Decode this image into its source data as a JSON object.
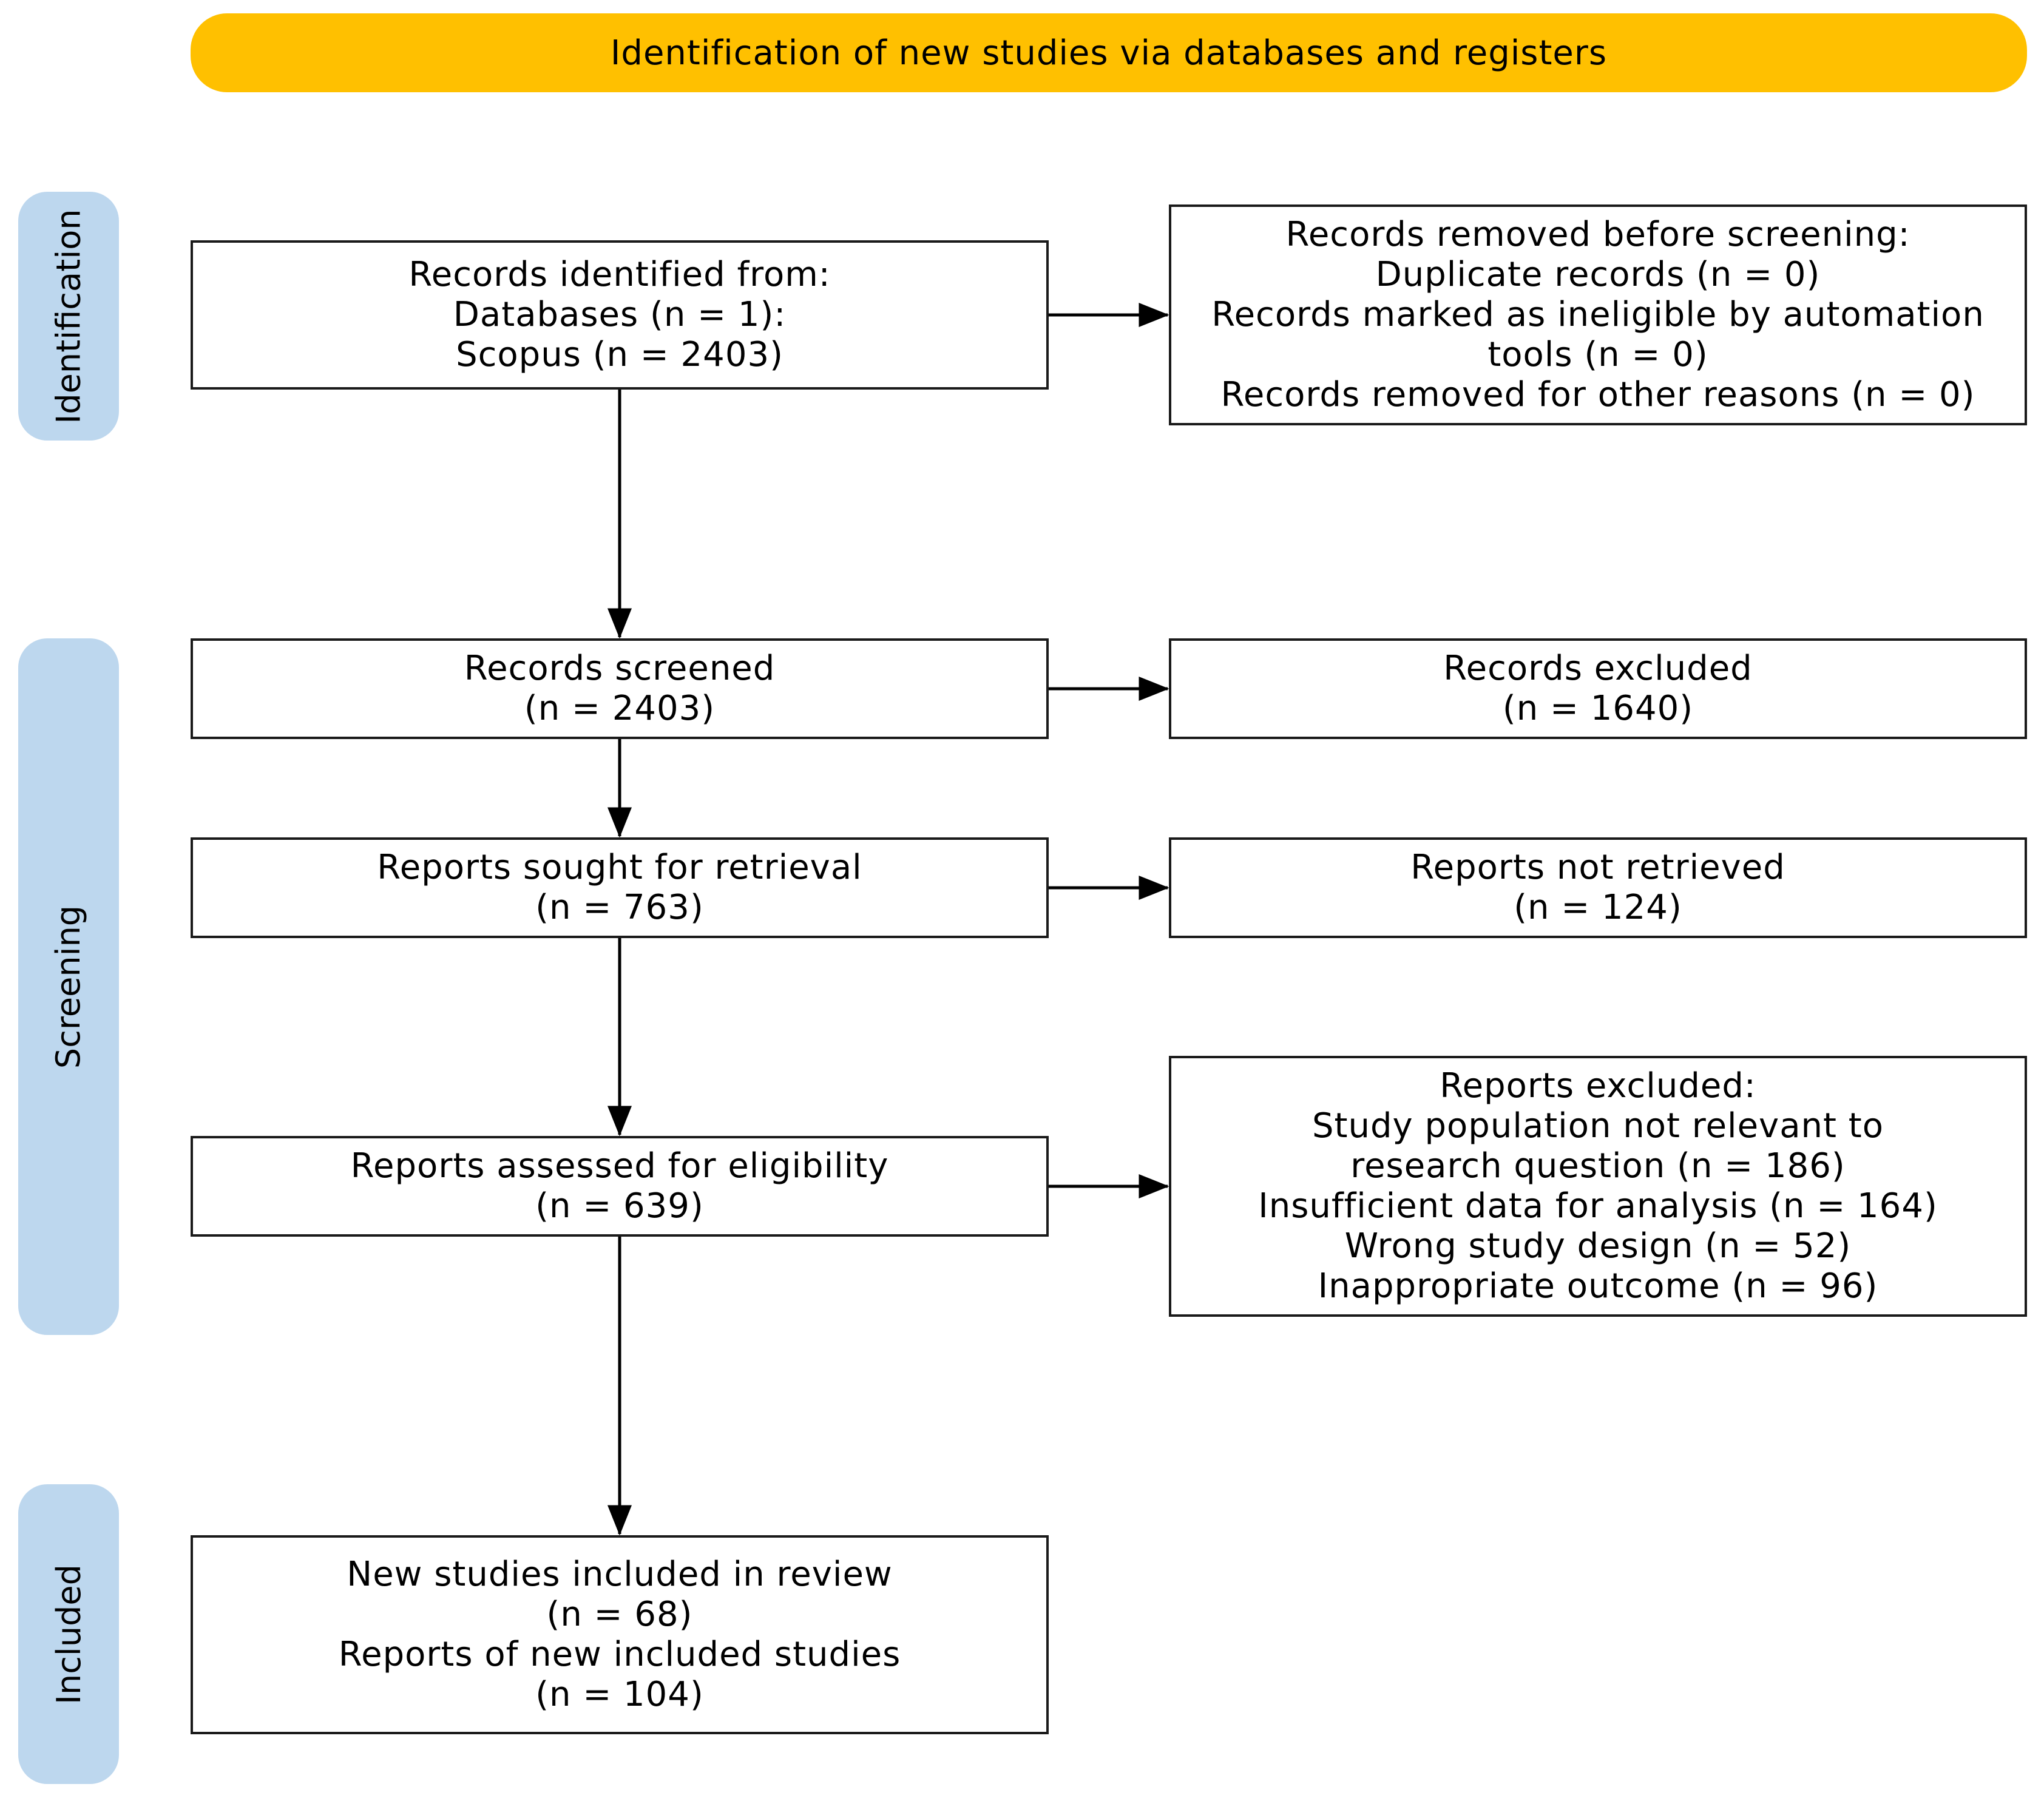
{
  "header": {
    "title": "Identification of new studies via databases and registers"
  },
  "phases": {
    "identification": "Identification",
    "screening": "Screening",
    "included": "Included"
  },
  "boxes": {
    "records_identified": [
      "Records identified from:",
      "Databases (n = 1):",
      "Scopus (n = 2403)"
    ],
    "records_removed": [
      "Records removed before screening:",
      "Duplicate records (n = 0)",
      "Records marked as ineligible by automation",
      "tools (n = 0)",
      "Records removed for other reasons (n = 0)"
    ],
    "records_screened": [
      "Records screened",
      "(n = 2403)"
    ],
    "records_excluded": [
      "Records excluded",
      "(n = 1640)"
    ],
    "reports_sought": [
      "Reports sought for retrieval",
      "(n = 763)"
    ],
    "reports_not_retrieved": [
      "Reports not retrieved",
      "(n = 124)"
    ],
    "reports_assessed": [
      "Reports assessed for eligibility",
      "(n = 639)"
    ],
    "reports_excluded": [
      "Reports excluded:",
      "Study population not relevant to",
      "research question (n = 186)",
      "Insufficient data for analysis (n = 164)",
      "Wrong study design (n = 52)",
      "Inappropriate outcome (n = 96)"
    ],
    "studies_included": [
      "New studies included in review",
      "(n = 68)",
      "Reports of new included studies",
      "(n = 104)"
    ]
  },
  "colors": {
    "header": "#FFC000",
    "phase": "#BDD7EE",
    "border": "#1a1a1a"
  }
}
